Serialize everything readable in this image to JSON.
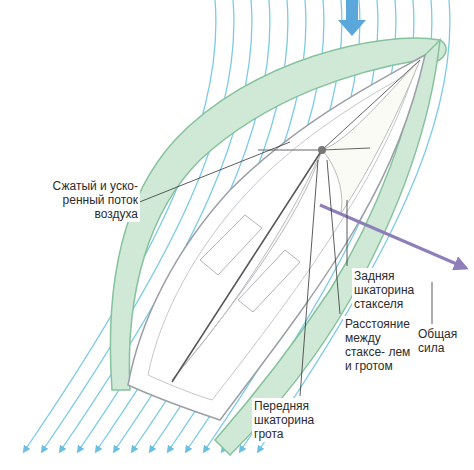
{
  "diagram": {
    "labels": [
      "Сжатый и уско- ренный поток воздуха",
      "Задняя шкаторина стакселя",
      "Расстояние между стаксе- лем и гротом",
      "Общая сила",
      "Передняя шкаторина грота"
    ]
  }
}
